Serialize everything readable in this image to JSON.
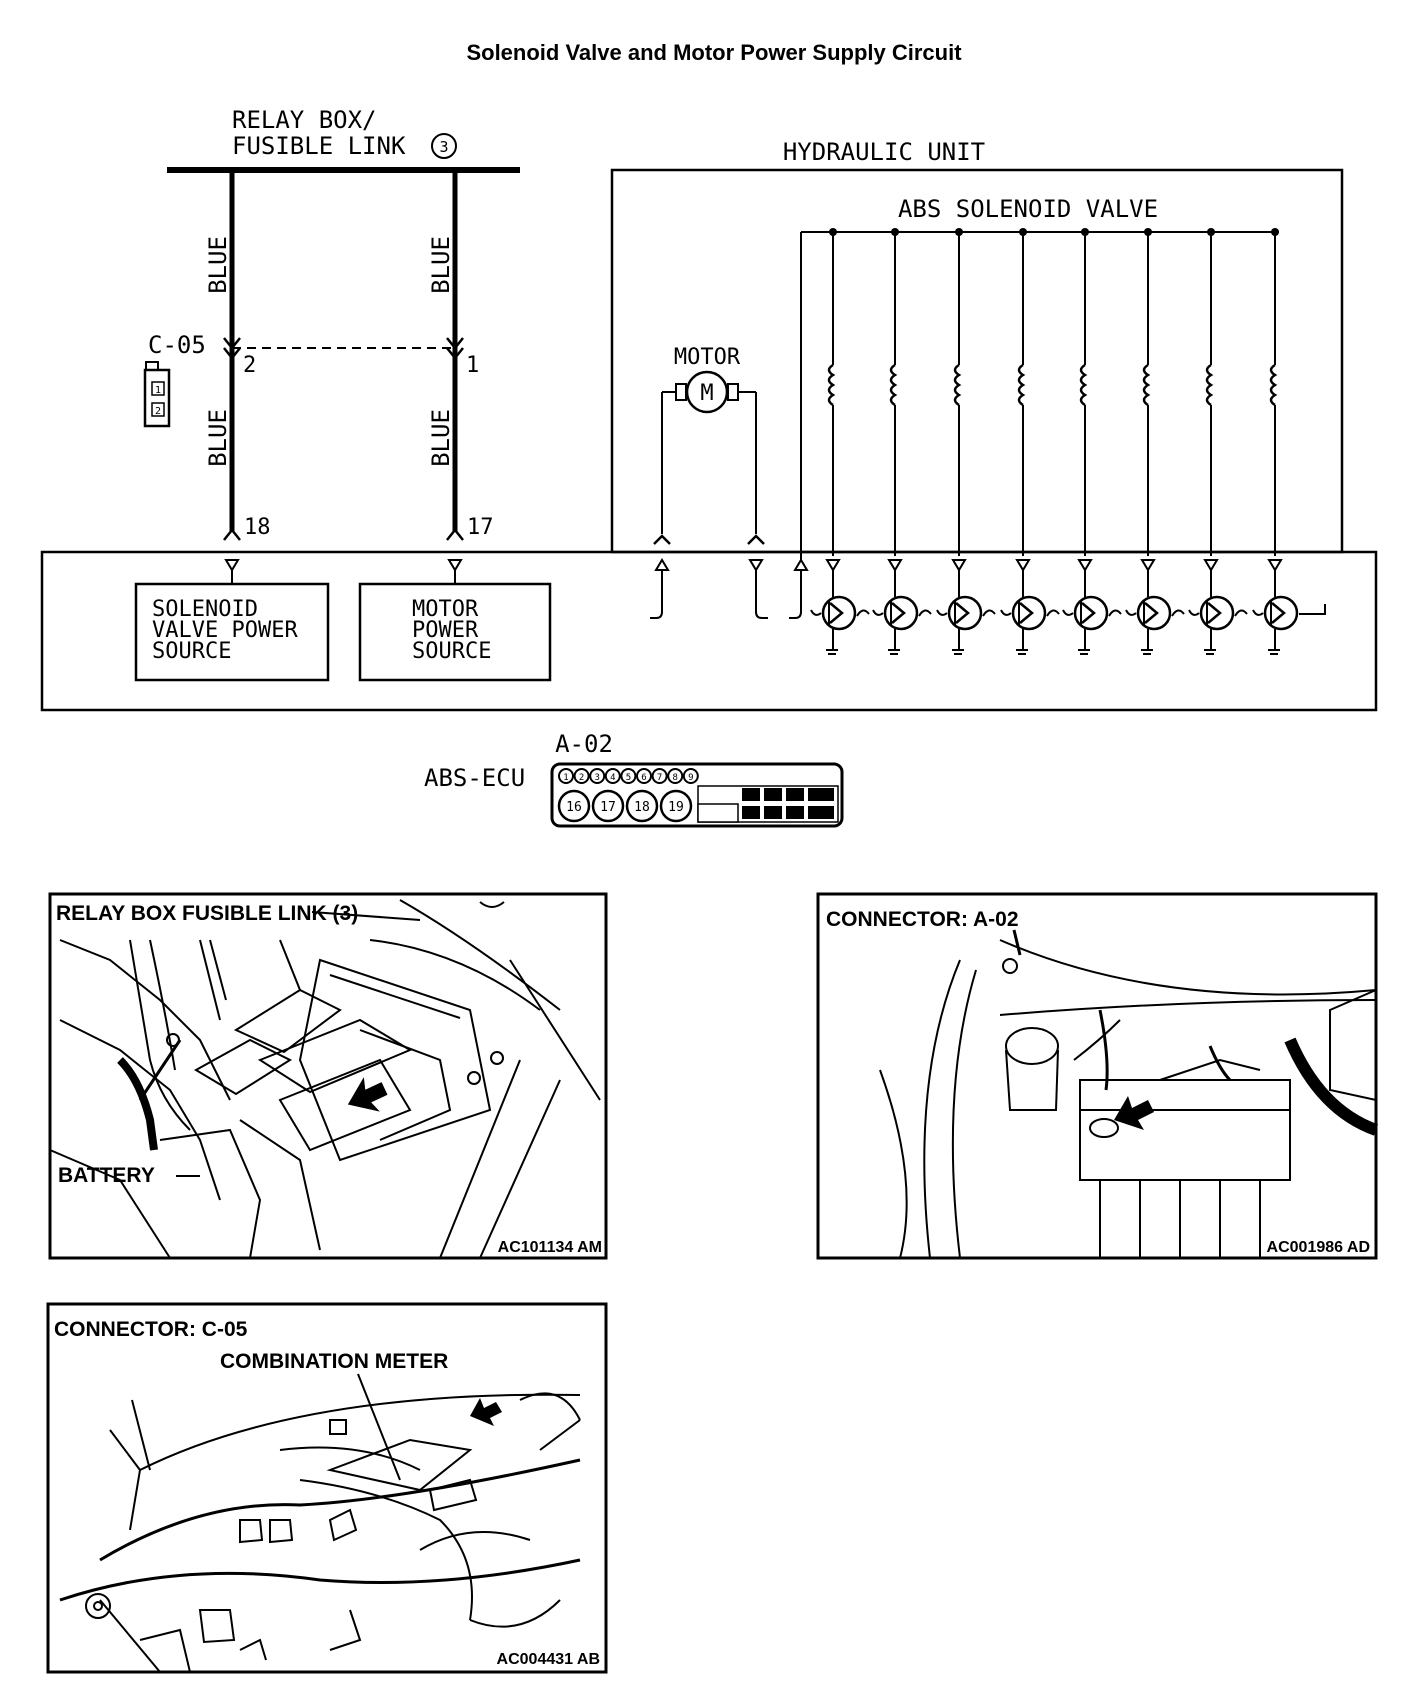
{
  "title": "Solenoid Valve and Motor Power Supply Circuit",
  "relay_box": {
    "label_line1": "RELAY BOX/",
    "label_line2": "FUSIBLE LINK",
    "link_number": "3"
  },
  "wires": {
    "left_upper": "BLUE",
    "right_upper": "BLUE",
    "left_lower": "BLUE",
    "right_lower": "BLUE"
  },
  "connector_c05": {
    "label": "C-05",
    "pin_left": "2",
    "pin_right": "1",
    "icon_pins": [
      "1",
      "2"
    ]
  },
  "ecu_pins": {
    "left": "18",
    "right": "17"
  },
  "hydraulic_unit": {
    "title": "HYDRAULIC UNIT",
    "valve_title": "ABS SOLENOID VALVE",
    "motor_label": "MOTOR",
    "motor_symbol": "M"
  },
  "ecu_boxes": {
    "solenoid": [
      "SOLENOID",
      "VALVE POWER",
      "SOURCE"
    ],
    "motor": [
      "MOTOR",
      "POWER",
      "SOURCE"
    ]
  },
  "abs_ecu": {
    "connector_label": "A-02",
    "ecu_label": "ABS-ECU",
    "top_row": [
      "1",
      "2",
      "3",
      "4",
      "5",
      "6",
      "7",
      "8",
      "9"
    ],
    "bottom_row": [
      "16",
      "17",
      "18",
      "19"
    ]
  },
  "photos": {
    "relay_box": {
      "title": "RELAY BOX FUSIBLE LINK (3)",
      "callout": "BATTERY",
      "code": "AC101134 AM"
    },
    "connector_a02": {
      "title": "CONNECTOR: A-02",
      "code": "AC001986 AD"
    },
    "connector_c05": {
      "title": "CONNECTOR: C-05",
      "callout": "COMBINATION METER",
      "code": "AC004431 AB"
    }
  },
  "colors": {
    "ink": "#000000",
    "paper": "#ffffff"
  }
}
